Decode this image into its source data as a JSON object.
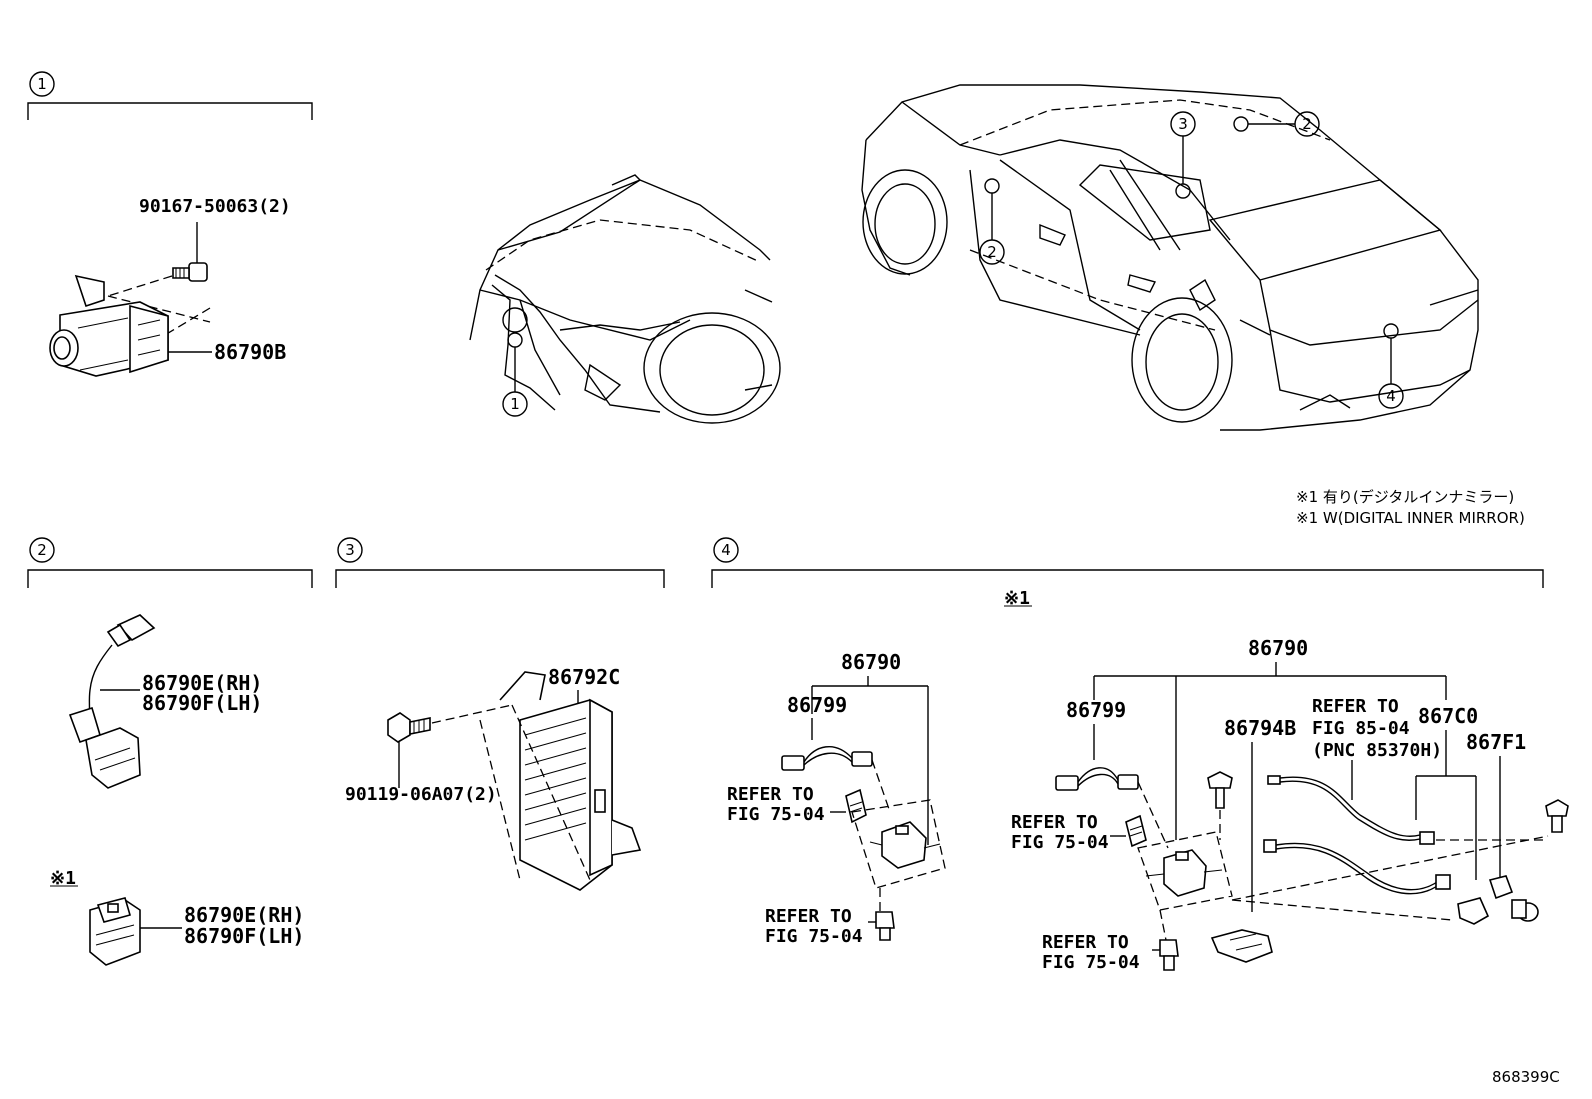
{
  "sections": {
    "s1": {
      "num": "1"
    },
    "s2": {
      "num": "2"
    },
    "s3": {
      "num": "3"
    },
    "s4": {
      "num": "4"
    }
  },
  "note": {
    "line1": "※1 有り(デジタルインナミラー)",
    "line2": "※1 W(DIGITAL INNER MIRROR)"
  },
  "labels": {
    "bolt_1": "90167-50063(2)",
    "front_camera": "86790B",
    "side_camera_rh": "86790E(RH)",
    "side_camera_lh": "86790F(LH)",
    "alt_camera_rh": "86790E(RH)",
    "alt_camera_lh": "86790F(LH)",
    "alt_mark": "※1",
    "ecu": "86792C",
    "bolt_3": "90119-06A07(2)",
    "s4_mark": "※1",
    "assy_a": "86790",
    "wire_a": "86799",
    "ref_a1_l1": "REFER TO",
    "ref_a1_l2": "FIG 75-04",
    "ref_a2_l1": "REFER TO",
    "ref_a2_l2": "FIG 75-04",
    "assy_b": "86790",
    "wire_b": "86799",
    "bracket_b": "86794B",
    "ref_b85_l1": "REFER TO",
    "ref_b85_l2": "FIG 85-04",
    "ref_b85_l3": "(PNC 85370H)",
    "cable_b": "867C0",
    "clip_b": "867F1",
    "ref_b1_l1": "REFER TO",
    "ref_b1_l2": "FIG 75-04",
    "ref_b2_l1": "REFER TO",
    "ref_b2_l2": "FIG 75-04"
  },
  "callouts": {
    "front": "1",
    "left_mirror": "2",
    "right_mirror": "2",
    "cabin": "3",
    "rear": "4"
  },
  "drawing_code": "868399C"
}
